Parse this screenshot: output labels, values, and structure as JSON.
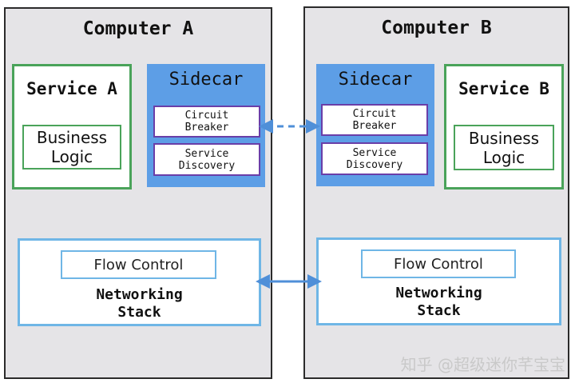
{
  "computers": {
    "a": {
      "title": "Computer A",
      "service": {
        "title": "Service A",
        "logic": "Business\nLogic"
      },
      "sidecar": {
        "title": "Sidecar",
        "box1": "Circuit\nBreaker",
        "box2": "Service\nDiscovery"
      },
      "network": {
        "flow": "Flow Control",
        "label": "Networking\nStack"
      }
    },
    "b": {
      "title": "Computer B",
      "service": {
        "title": "Service B",
        "logic": "Business\nLogic"
      },
      "sidecar": {
        "title": "Sidecar",
        "box1": "Circuit\nBreaker",
        "box2": "Service\nDiscovery"
      },
      "network": {
        "flow": "Flow Control",
        "label": "Networking\nStack"
      }
    }
  },
  "watermark": "知乎 @超级迷你芊宝宝",
  "colors": {
    "computer_bg": "#e5e4e7",
    "service_border": "#4aa35a",
    "sidecar_bg": "#5d9ee6",
    "sidecar_box_border": "#6a3ea8",
    "network_border": "#6fb6e6",
    "arrow": "#4f8fd8"
  }
}
